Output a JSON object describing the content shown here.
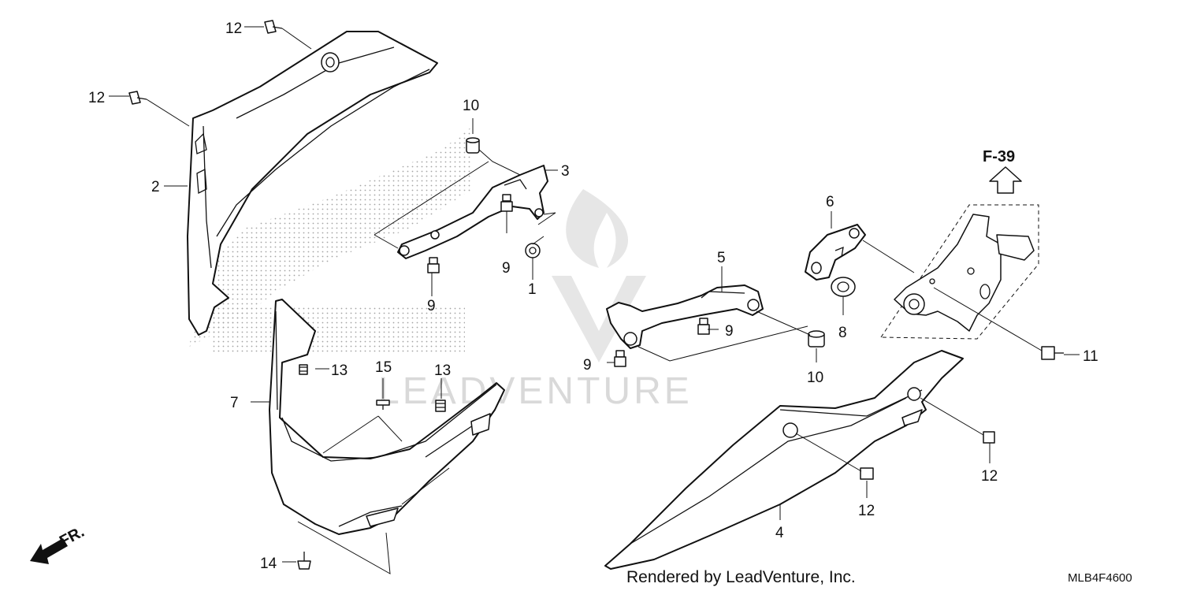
{
  "callouts": {
    "c1": "1",
    "c2": "2",
    "c3": "3",
    "c4": "4",
    "c5": "5",
    "c6": "6",
    "c7": "7",
    "c8": "8",
    "c9a": "9",
    "c9b": "9",
    "c9c": "9",
    "c9d": "9",
    "c10a": "10",
    "c10b": "10",
    "c11": "11",
    "c12a": "12",
    "c12b": "12",
    "c12c": "12",
    "c12d": "12",
    "c13a": "13",
    "c13b": "13",
    "c14": "14",
    "c15": "15"
  },
  "reference_label": "F-39",
  "direction_label": "FR.",
  "watermark_text": "LEADVENTURE",
  "footer_text": "Rendered by LeadVenture, Inc.",
  "diagram_code": "MLB4F4600"
}
